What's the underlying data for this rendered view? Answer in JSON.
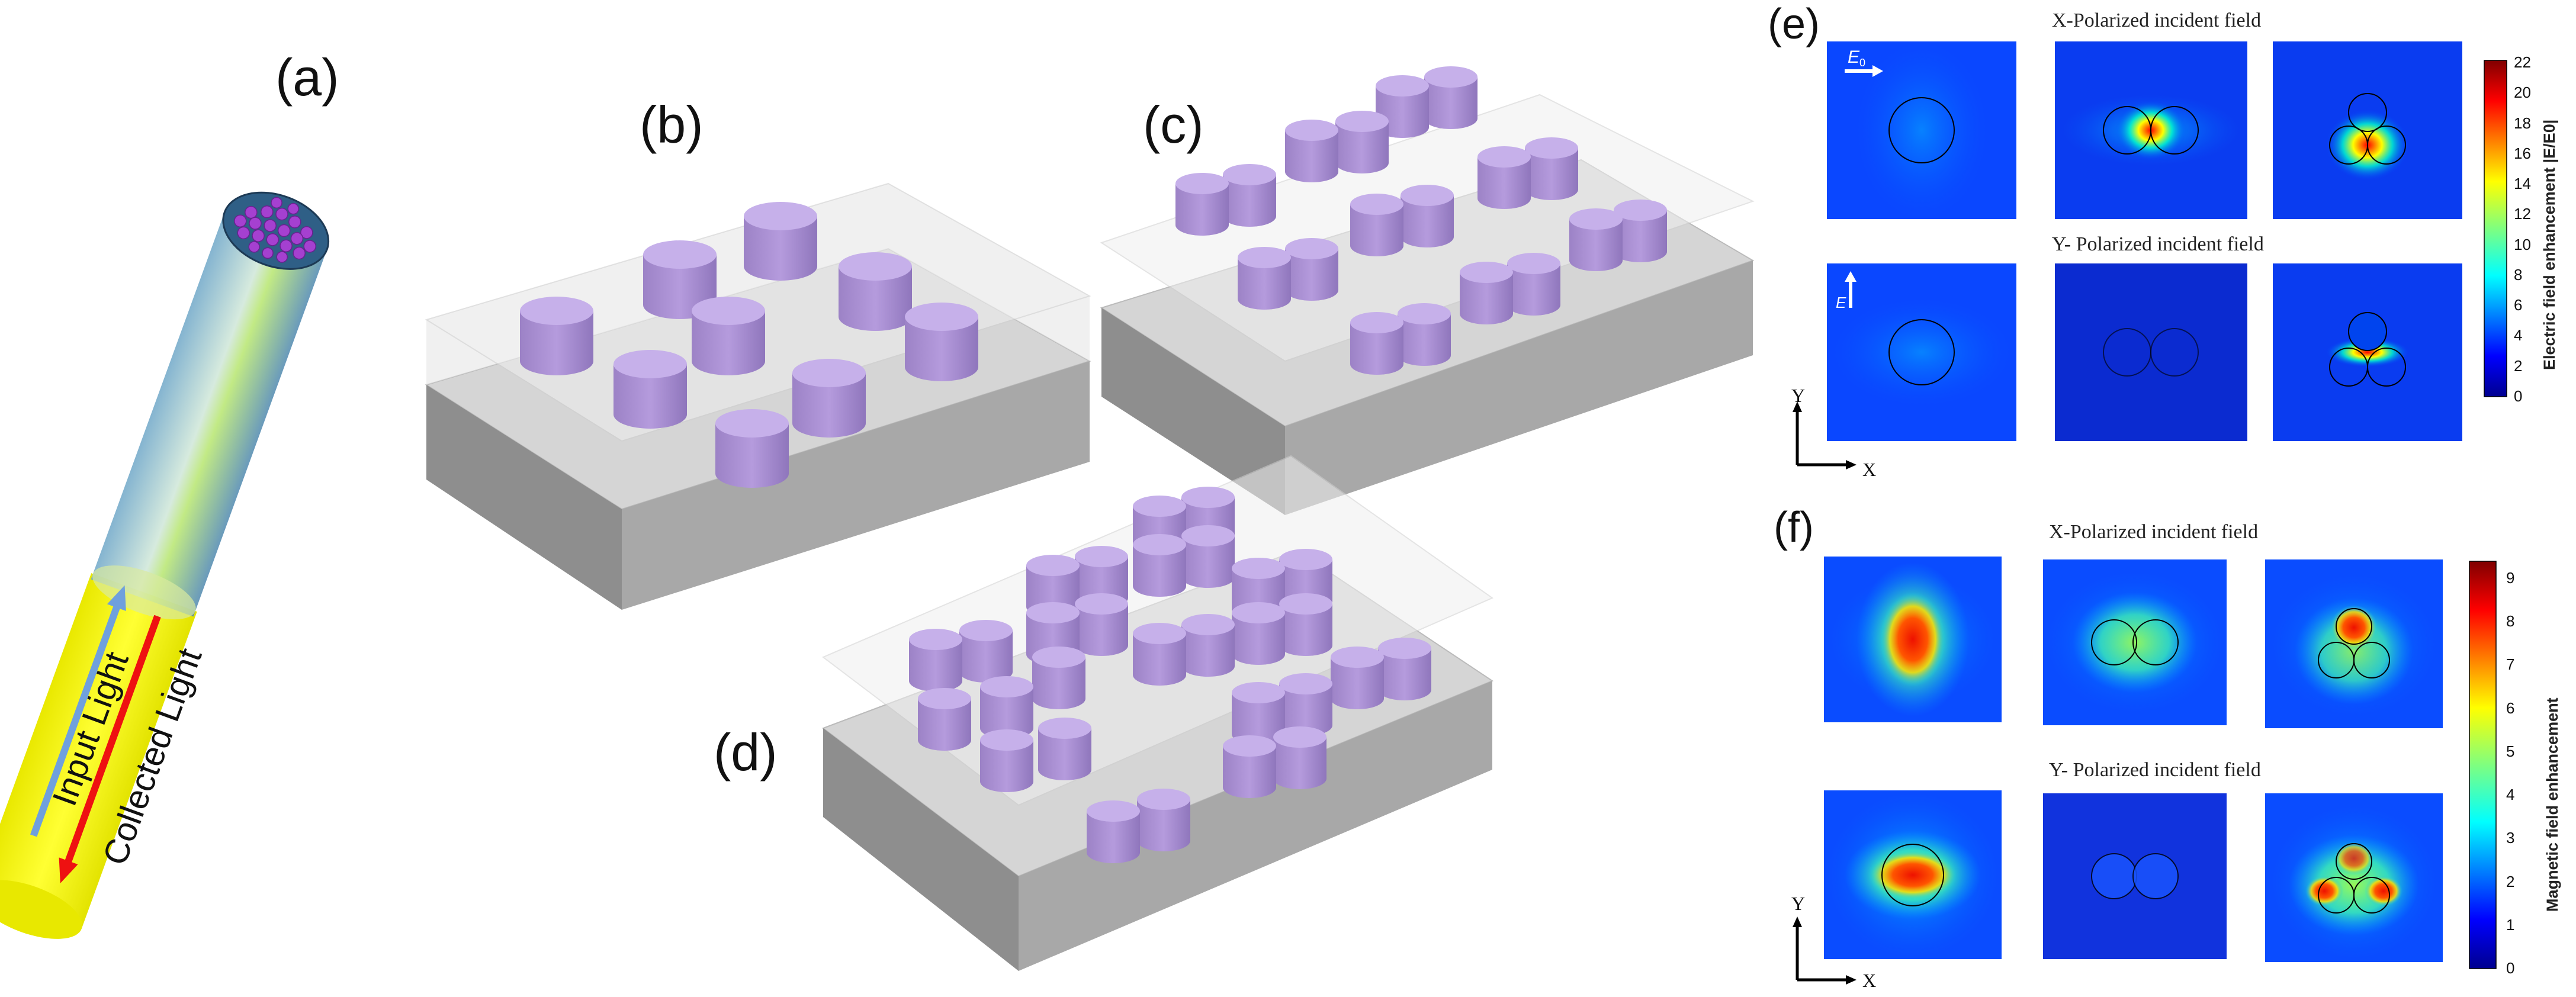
{
  "panel_labels": [
    "(a)",
    "(b)",
    "(c)",
    "(d)",
    "(e)",
    "(f)"
  ],
  "fiber": {
    "input_label": "Input Light",
    "collected_label": "Collected Light"
  },
  "panel_e": {
    "row1_title": "X-Polarized incident field",
    "row2_title": "Y- Polarized incident field",
    "field_symbol": "E",
    "field_subscript": "0",
    "colorbar_title": "Electric field enhancement |E/E0|",
    "colorbar_ticks": [
      "22",
      "20",
      "18",
      "16",
      "14",
      "12",
      "10",
      "8",
      "6",
      "4",
      "2",
      "0"
    ],
    "axis_y": "Y",
    "axis_x": "X"
  },
  "panel_f": {
    "row1_title": "X-Polarized incident field",
    "row2_title": "Y- Polarized incident field",
    "colorbar_title": "Magnetic field enhancement",
    "colorbar_ticks": [
      "9",
      "8",
      "7",
      "6",
      "5",
      "4",
      "3",
      "2",
      "1",
      "0"
    ],
    "axis_y": "Y",
    "axis_x": "X"
  },
  "colors": {
    "fiber_yellow": "#ffff22",
    "cylinder": "#b79be0",
    "input_arrow": "#6fa0dd",
    "collected_arrow": "#ee1111"
  }
}
